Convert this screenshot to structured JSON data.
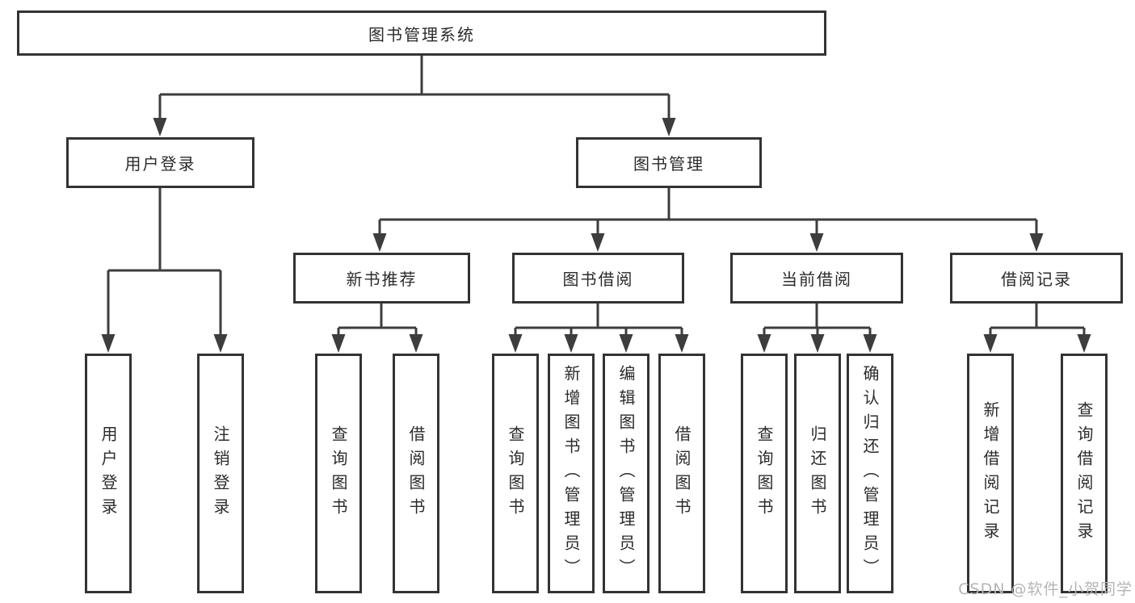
{
  "title": "图书管理系统",
  "tree": {
    "label": "图书管理系统",
    "children": [
      {
        "label": "用户登录",
        "children": [
          {
            "label": "用户登录"
          },
          {
            "label": "注销登录"
          }
        ]
      },
      {
        "label": "图书管理",
        "children": [
          {
            "label": "新书推荐",
            "children": [
              {
                "label": "查询图书"
              },
              {
                "label": "借阅图书"
              }
            ]
          },
          {
            "label": "图书借阅",
            "children": [
              {
                "label": "查询图书"
              },
              {
                "label": "新增图书（管理员）"
              },
              {
                "label": "编辑图书（管理员）"
              },
              {
                "label": "借阅图书"
              }
            ]
          },
          {
            "label": "当前借阅",
            "children": [
              {
                "label": "查询图书"
              },
              {
                "label": "归还图书"
              },
              {
                "label": "确认归还（管理员）"
              }
            ]
          },
          {
            "label": "借阅记录",
            "children": [
              {
                "label": "新增借阅记录"
              },
              {
                "label": "查询借阅记录"
              }
            ]
          }
        ]
      }
    ]
  },
  "watermark": "CSDN @软件_小贺同学",
  "colors": {
    "line": "#3d3d3d",
    "box_border": "#333333",
    "text": "#2b2b2b",
    "watermark": "#b5b5b5",
    "background": "#ffffff"
  }
}
